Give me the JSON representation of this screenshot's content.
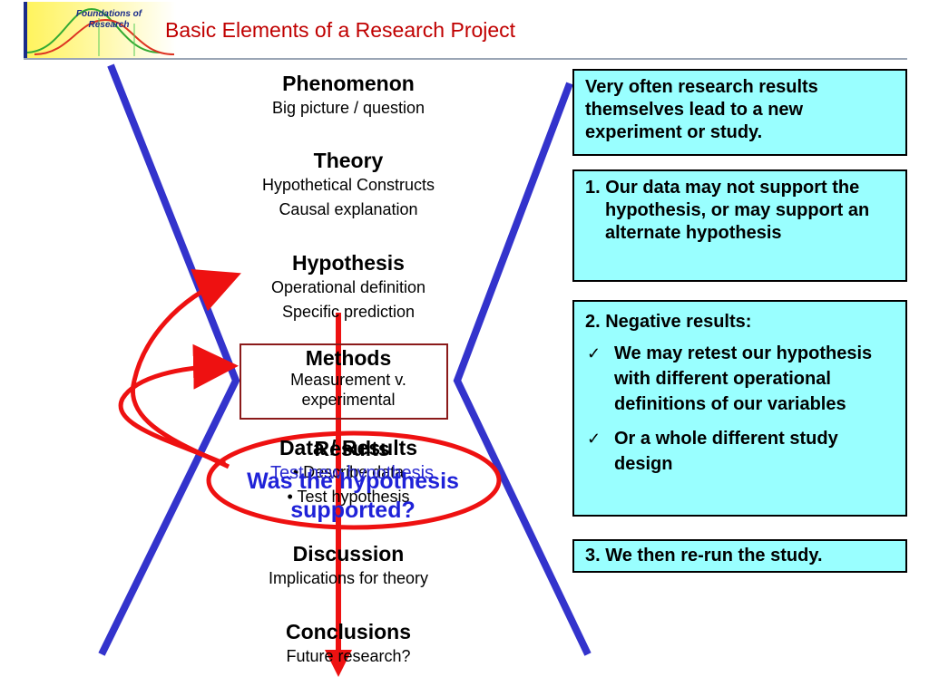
{
  "logo": {
    "text": "Foundations of Research"
  },
  "slide_title": "Basic Elements of a Research Project",
  "stages": [
    {
      "id": "phenomenon",
      "head": "Phenomenon",
      "lines": [
        "Big picture / question"
      ]
    },
    {
      "id": "theory",
      "head": "Theory",
      "lines": [
        "Hypothetical Constructs",
        "Causal explanation"
      ]
    },
    {
      "id": "hypothesis",
      "head": "Hypothesis",
      "lines": [
        "Operational definition",
        "Specific prediction"
      ]
    },
    {
      "id": "methods",
      "head": "Methods",
      "lines": [
        "Measurement v.",
        "experimental"
      ]
    },
    {
      "id": "data",
      "head": "Data / Results",
      "lines": [
        "• Describe data",
        "• Test hypothesis"
      ]
    },
    {
      "id": "discussion",
      "head": "Discussion",
      "lines": [
        "Implications for theory"
      ]
    },
    {
      "id": "conclusions",
      "head": "Conclusions",
      "lines": [
        "Future research?"
      ]
    }
  ],
  "overlay": {
    "results": "Results",
    "test": "Test new hypothesis",
    "question_line1": "Was the hypothesis",
    "question_line2": "supported?"
  },
  "notes": {
    "n1": "Very often research results themselves lead to a new experiment or study.",
    "n2": "1. Our data may not support the hypothesis, or may support an alternate hypothesis",
    "n3_head": "2. Negative results:",
    "n3_bullets": [
      "We may retest our hypothesis with different operational definitions of our variables",
      "Or a whole different study design"
    ],
    "n4": "3. We then re-run the study."
  },
  "check_glyph": "✓",
  "colors": {
    "title": "#c00000",
    "funnel": "#3333cc",
    "arrows": "#ee1111",
    "note_bg": "#99ffff",
    "question": "#1f22d8",
    "methods_border": "#8b1a1a"
  }
}
